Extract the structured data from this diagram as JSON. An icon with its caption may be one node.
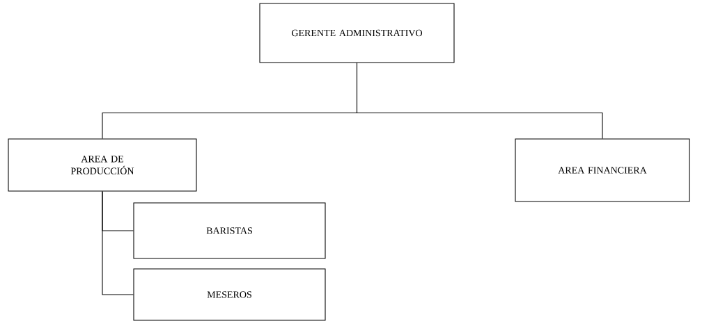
{
  "diagram": {
    "nodes": [
      {
        "text": [
          "GERENTE ADMINISTRATIVO"
        ]
      },
      {
        "text": [
          "AREA DE PRODUCCIÓN"
        ]
      },
      {
        "text": [
          "AREA FINANCIERA"
        ]
      },
      {
        "text": [
          "BARISTAS"
        ]
      },
      {
        "text": [
          "MESEROS"
        ]
      }
    ],
    "edges": [
      {
        "from": 0,
        "to": 1,
        "arrow": "none"
      },
      {
        "from": 0,
        "to": 2,
        "arrow": "none"
      },
      {
        "from": 1,
        "to": 3,
        "arrow": "none"
      },
      {
        "from": 1,
        "to": 4,
        "arrow": "none"
      }
    ]
  }
}
